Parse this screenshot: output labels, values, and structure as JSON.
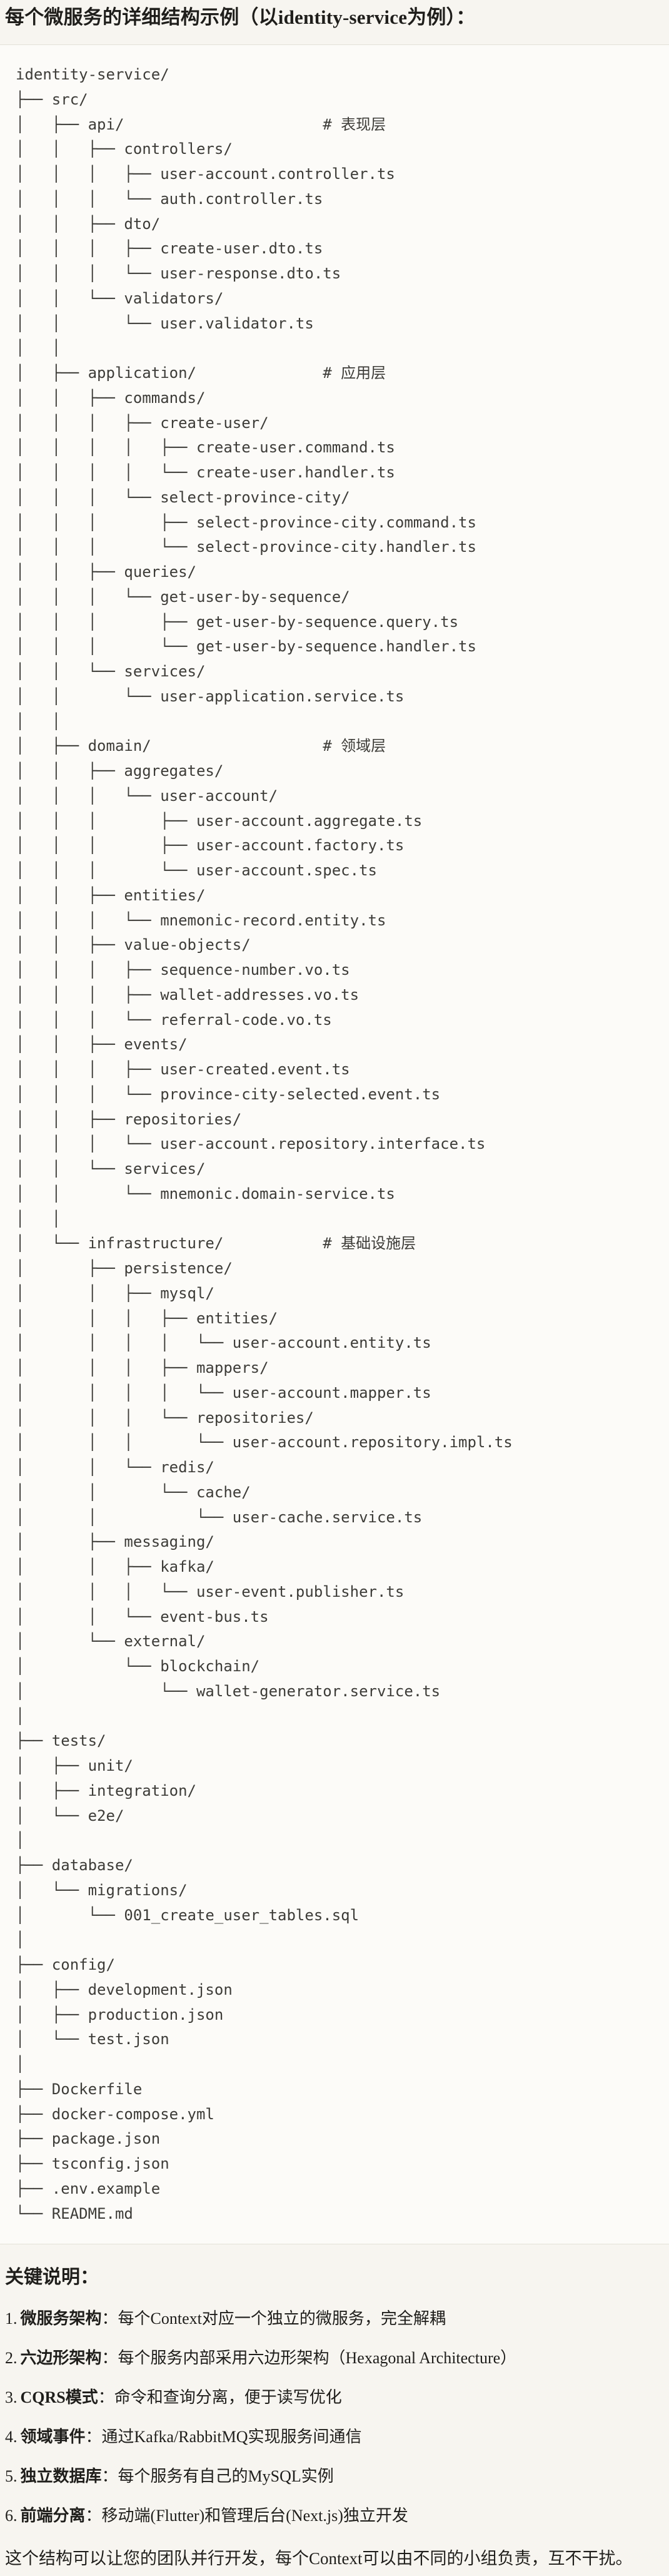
{
  "title": "每个微服务的详细结构示例（以identity-service为例）：",
  "colors": {
    "page_bg": "#f7f5f0",
    "code_bg": "#fcfbf8",
    "border": "#e3e1d9",
    "code_text": "#3d3c38",
    "text": "#1f1e1b"
  },
  "code_block": {
    "tree_lines": [
      "identity-service/",
      "├── src/",
      "│   ├── api/                      # 表现层",
      "│   │   ├── controllers/",
      "│   │   │   ├── user-account.controller.ts",
      "│   │   │   └── auth.controller.ts",
      "│   │   ├── dto/",
      "│   │   │   ├── create-user.dto.ts",
      "│   │   │   └── user-response.dto.ts",
      "│   │   └── validators/",
      "│   │       └── user.validator.ts",
      "│   │",
      "│   ├── application/              # 应用层",
      "│   │   ├── commands/",
      "│   │   │   ├── create-user/",
      "│   │   │   │   ├── create-user.command.ts",
      "│   │   │   │   └── create-user.handler.ts",
      "│   │   │   └── select-province-city/",
      "│   │   │       ├── select-province-city.command.ts",
      "│   │   │       └── select-province-city.handler.ts",
      "│   │   ├── queries/",
      "│   │   │   └── get-user-by-sequence/",
      "│   │   │       ├── get-user-by-sequence.query.ts",
      "│   │   │       └── get-user-by-sequence.handler.ts",
      "│   │   └── services/",
      "│   │       └── user-application.service.ts",
      "│   │",
      "│   ├── domain/                   # 领域层",
      "│   │   ├── aggregates/",
      "│   │   │   └── user-account/",
      "│   │   │       ├── user-account.aggregate.ts",
      "│   │   │       ├── user-account.factory.ts",
      "│   │   │       └── user-account.spec.ts",
      "│   │   ├── entities/",
      "│   │   │   └── mnemonic-record.entity.ts",
      "│   │   ├── value-objects/",
      "│   │   │   ├── sequence-number.vo.ts",
      "│   │   │   ├── wallet-addresses.vo.ts",
      "│   │   │   └── referral-code.vo.ts",
      "│   │   ├── events/",
      "│   │   │   ├── user-created.event.ts",
      "│   │   │   └── province-city-selected.event.ts",
      "│   │   ├── repositories/",
      "│   │   │   └── user-account.repository.interface.ts",
      "│   │   └── services/",
      "│   │       └── mnemonic.domain-service.ts",
      "│   │",
      "│   └── infrastructure/           # 基础设施层",
      "│       ├── persistence/",
      "│       │   ├── mysql/",
      "│       │   │   ├── entities/",
      "│       │   │   │   └── user-account.entity.ts",
      "│       │   │   ├── mappers/",
      "│       │   │   │   └── user-account.mapper.ts",
      "│       │   │   └── repositories/",
      "│       │   │       └── user-account.repository.impl.ts",
      "│       │   └── redis/",
      "│       │       └── cache/",
      "│       │           └── user-cache.service.ts",
      "│       ├── messaging/",
      "│       │   ├── kafka/",
      "│       │   │   └── user-event.publisher.ts",
      "│       │   └── event-bus.ts",
      "│       └── external/",
      "│           └── blockchain/",
      "│               └── wallet-generator.service.ts",
      "│",
      "├── tests/",
      "│   ├── unit/",
      "│   ├── integration/",
      "│   └── e2e/",
      "│",
      "├── database/",
      "│   └── migrations/",
      "│       └── 001_create_user_tables.sql",
      "│",
      "├── config/",
      "│   ├── development.json",
      "│   ├── production.json",
      "│   └── test.json",
      "│",
      "├── Dockerfile",
      "├── docker-compose.yml",
      "├── package.json",
      "├── tsconfig.json",
      "├── .env.example",
      "└── README.md"
    ]
  },
  "notes": {
    "heading": "关键说明：",
    "items": [
      {
        "num": "1.",
        "term": "微服务架构",
        "sep": "：",
        "desc": "每个Context对应一个独立的微服务，完全解耦"
      },
      {
        "num": "2.",
        "term": "六边形架构",
        "sep": "：",
        "desc": "每个服务内部采用六边形架构（Hexagonal Architecture）"
      },
      {
        "num": "3.",
        "term": "CQRS模式",
        "sep": "：",
        "desc": "命令和查询分离，便于读写优化"
      },
      {
        "num": "4.",
        "term": "领域事件",
        "sep": "：",
        "desc": "通过Kafka/RabbitMQ实现服务间通信"
      },
      {
        "num": "5.",
        "term": "独立数据库",
        "sep": "：",
        "desc": "每个服务有自己的MySQL实例"
      },
      {
        "num": "6.",
        "term": "前端分离",
        "sep": "：",
        "desc": "移动端(Flutter)和管理后台(Next.js)独立开发"
      }
    ],
    "footer": "这个结构可以让您的团队并行开发，每个Context可以由不同的小组负责，互不干扰。"
  }
}
